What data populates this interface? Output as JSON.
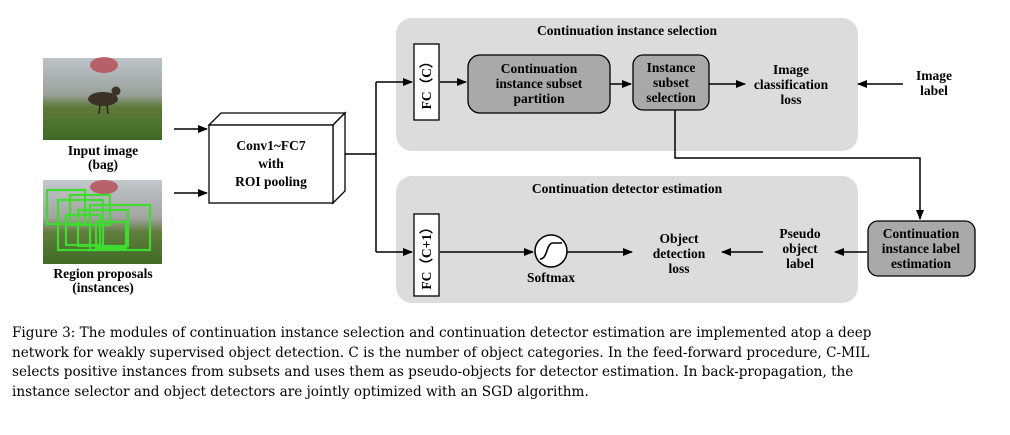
{
  "diagram": {
    "panel_top_title": "Continuation instance selection",
    "panel_bottom_title": "Continuation detector estimation",
    "input_image_label": [
      "Input image",
      "(bag)"
    ],
    "region_proposals_label": [
      "Region proposals",
      "(instances)"
    ],
    "backbone_label": [
      "Conv1~FC7",
      "with",
      "ROI pooling"
    ],
    "fc_c_label": "FC（C）",
    "fc_c1_label": "FC（C+1）",
    "partition_label": [
      "Continuation",
      "instance subset",
      "partition"
    ],
    "subset_selection_label": [
      "Instance",
      "subset",
      "selection"
    ],
    "image_loss_label": [
      "Image",
      "classification",
      "loss"
    ],
    "image_label": [
      "Image",
      "label"
    ],
    "softmax_label": "Softmax",
    "detection_loss_label": [
      "Object",
      "detection",
      "loss"
    ],
    "pseudo_label": [
      "Pseudo",
      "object",
      "label"
    ],
    "label_estimation_label": [
      "Continuation",
      "instance label",
      "estimation"
    ]
  },
  "caption": {
    "lines": [
      "Figure 3: The modules of continuation instance selection and continuation detector estimation are implemented atop a deep",
      "network for weakly supervised object detection. C is the number of object categories. In the feed-forward procedure, C-MIL",
      "selects positive instances from subsets and uses them as pseudo-objects for detector estimation. In back-propagation, the",
      "instance selector and object detectors are jointly optimized with an SGD algorithm."
    ]
  },
  "colors": {
    "panel_fill": "#dcdcdc",
    "module_fill": "#a9a9a9",
    "proposal_box": "#3ddc2e"
  }
}
